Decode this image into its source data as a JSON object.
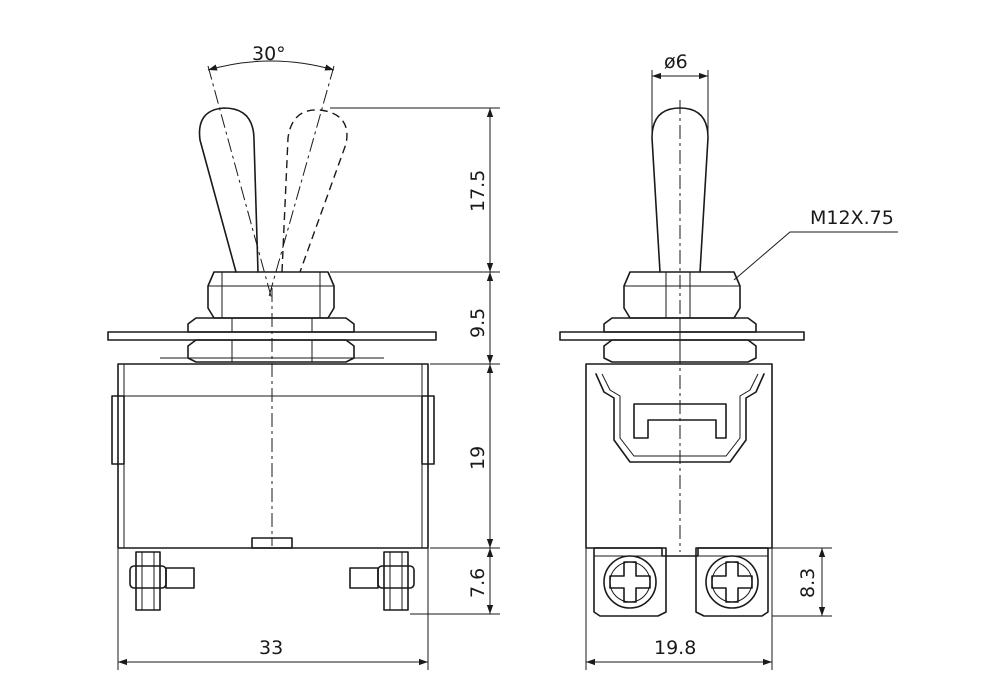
{
  "front_view": {
    "angle_label": "30°",
    "dim_lever_length": "17.5",
    "dim_bushing_height": "9.5",
    "dim_body_height": "19",
    "dim_terminal_height": "7.6",
    "dim_body_width": "33"
  },
  "side_view": {
    "dim_lever_diameter": "ø6",
    "thread_callout": "M12X.75",
    "dim_body_width": "19.8",
    "dim_terminal_height": "8.3"
  },
  "colors": {
    "line": "#1a1a1a",
    "background": "#ffffff"
  }
}
